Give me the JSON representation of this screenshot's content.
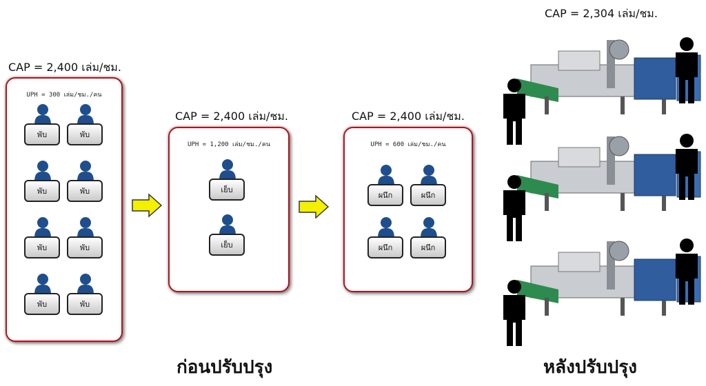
{
  "before": {
    "caption": "ก่อนปรับปรุง",
    "stations": [
      {
        "cap": "CAP = 2,400 เล่ม/ชม.",
        "uph": "UPH = 300 เล่ม/ชม./คน",
        "task": "พับ",
        "workers": 8
      },
      {
        "cap": "CAP = 2,400 เล่ม/ชม.",
        "uph": "UPH = 1,200 เล่ม/ชม./คน",
        "task": "เย็บ",
        "workers": 2
      },
      {
        "cap": "CAP = 2,400 เล่ม/ชม.",
        "uph": "UPH = 600 เล่ม/ชม./คน",
        "task": "ผนึก",
        "workers": 4
      }
    ]
  },
  "after": {
    "caption": "หลังปรับปรุง",
    "cap": "CAP = 2,304 เล่ม/ชม.",
    "machines": 3
  },
  "colors": {
    "panel_border": "#b3131c",
    "worker": "#1f4e8c",
    "arrow": "#f3f000",
    "machine_blue": "#2f5d9e"
  }
}
